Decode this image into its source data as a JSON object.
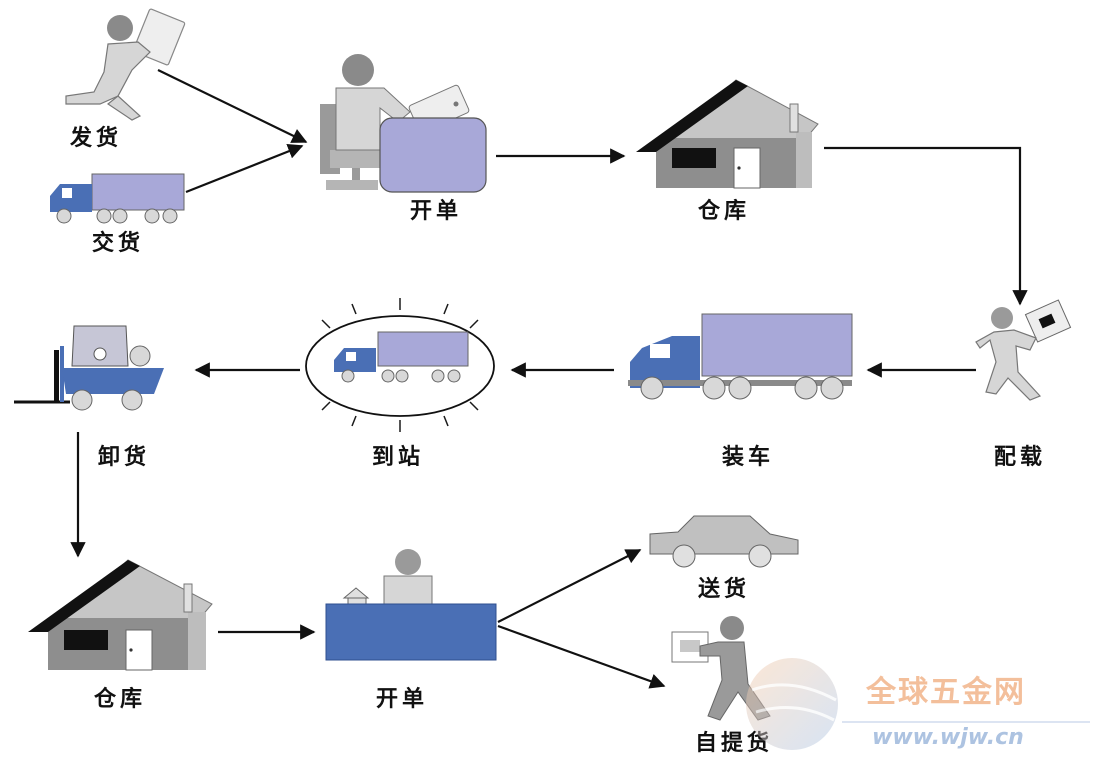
{
  "nodes": {
    "fahuo": "发货",
    "jiaohuo": "交货",
    "kaidan_top": "开单",
    "cangku_top": "仓库",
    "peizai": "配载",
    "zhuangche": "装车",
    "daozhan": "到站",
    "xiehuo": "卸货",
    "cangku_bottom": "仓库",
    "kaidan_bottom": "开单",
    "songhuo": "送货",
    "zitihuo": "自提货"
  },
  "watermark": {
    "brand": "全球五金网",
    "url": "www.wjw.cn"
  },
  "colors": {
    "truck_blue": "#4a6fb5",
    "cargo_lavender": "#a8a8d8",
    "building_gray": "#8e8e8e",
    "figure_gray": "#c8c8c8"
  }
}
